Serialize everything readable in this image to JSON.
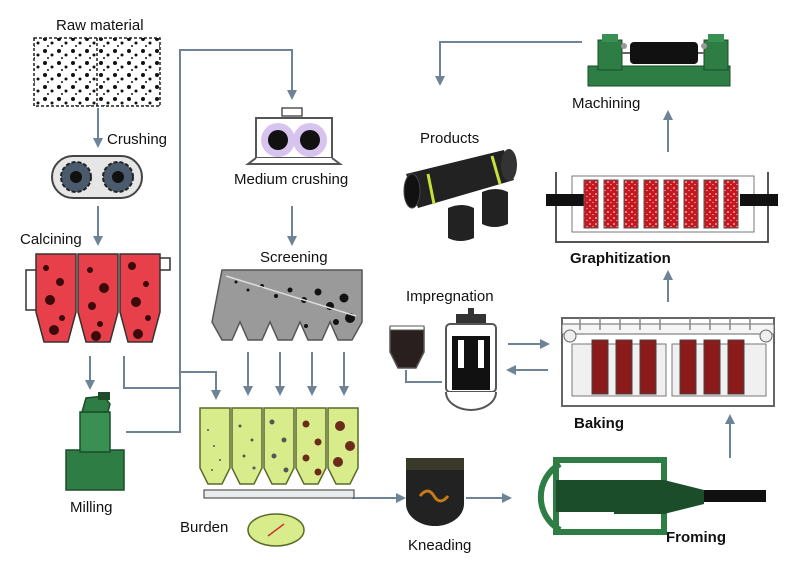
{
  "labels": {
    "raw_material": "Raw material",
    "crushing": "Crushing",
    "calcining": "Calcining",
    "milling": "Milling",
    "medium_crushing": "Medium crushing",
    "screening": "Screening",
    "burden": "Burden",
    "kneading": "Kneading",
    "froming": "Froming",
    "products": "Products",
    "impregnation": "Impregnation",
    "baking": "Baking",
    "graphitization": "Graphitization",
    "machining": "Machining"
  },
  "colors": {
    "arrow": "#6f8396",
    "calcining_red": "#e8404a",
    "green_machine": "#2e7d44",
    "screen_gray": "#9a9a9a",
    "hopper_lime": "#d8ec8c",
    "crucible_red": "#8b1a1a",
    "lavender": "#d7c4ee"
  }
}
